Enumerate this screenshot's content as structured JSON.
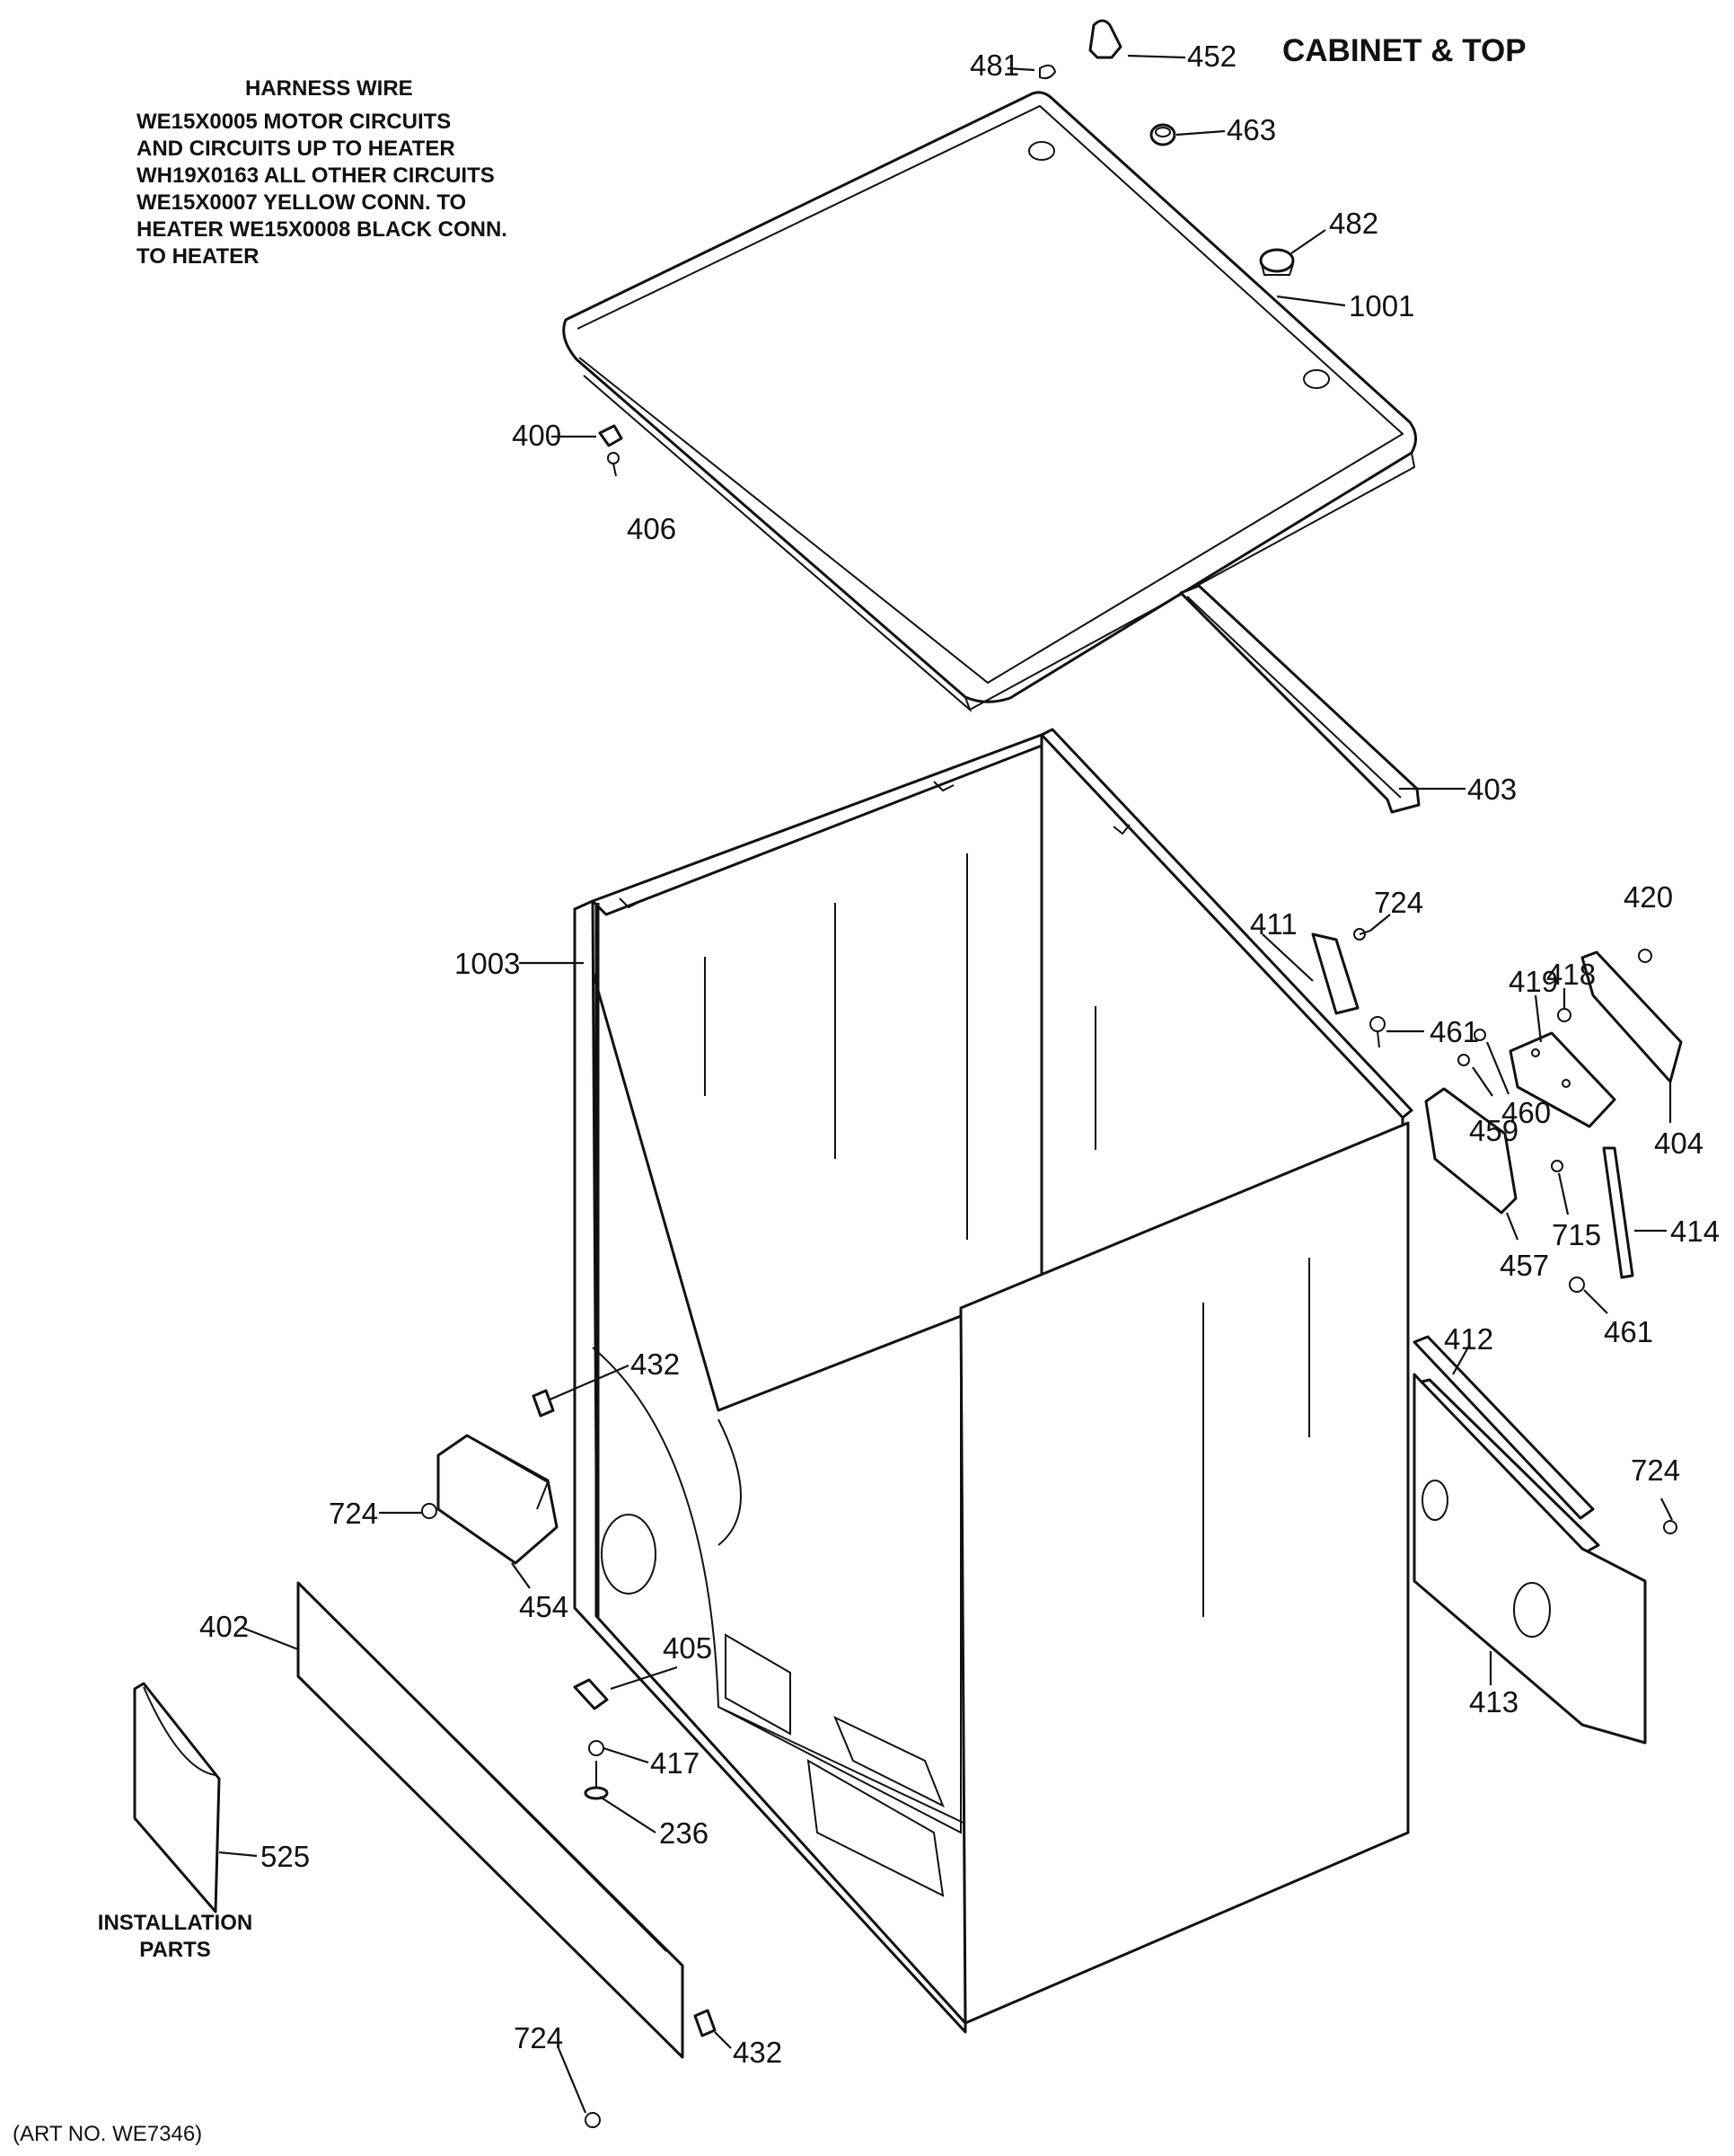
{
  "title": "CABINET & TOP",
  "art_number": "(ART NO. WE7346)",
  "harness_note": {
    "heading": "HARNESS WIRE",
    "lines": [
      "WE15X0005 MOTOR CIRCUITS",
      "AND CIRCUITS UP TO HEATER",
      "WH19X0163 ALL OTHER CIRCUITS",
      "WE15X0007 YELLOW CONN. TO",
      "HEATER WE15X0008 BLACK CONN.",
      "TO HEATER"
    ]
  },
  "installation_label": [
    "INSTALLATION",
    "PARTS"
  ],
  "callouts": [
    {
      "id": "c481",
      "label": "481"
    },
    {
      "id": "c452",
      "label": "452"
    },
    {
      "id": "c463",
      "label": "463"
    },
    {
      "id": "c482",
      "label": "482"
    },
    {
      "id": "c1001",
      "label": "1001"
    },
    {
      "id": "c400",
      "label": "400"
    },
    {
      "id": "c406",
      "label": "406"
    },
    {
      "id": "c403",
      "label": "403"
    },
    {
      "id": "c1003",
      "label": "1003"
    },
    {
      "id": "c411",
      "label": "411"
    },
    {
      "id": "c724a",
      "label": "724"
    },
    {
      "id": "c461a",
      "label": "461"
    },
    {
      "id": "c420",
      "label": "420"
    },
    {
      "id": "c419",
      "label": "419"
    },
    {
      "id": "c418",
      "label": "418"
    },
    {
      "id": "c404",
      "label": "404"
    },
    {
      "id": "c459",
      "label": "459"
    },
    {
      "id": "c460",
      "label": "460"
    },
    {
      "id": "c457",
      "label": "457"
    },
    {
      "id": "c715",
      "label": "715"
    },
    {
      "id": "c414",
      "label": "414"
    },
    {
      "id": "c461b",
      "label": "461"
    },
    {
      "id": "c412",
      "label": "412"
    },
    {
      "id": "c724b",
      "label": "724"
    },
    {
      "id": "c413",
      "label": "413"
    },
    {
      "id": "c432a",
      "label": "432"
    },
    {
      "id": "c724c",
      "label": "724"
    },
    {
      "id": "c454",
      "label": "454"
    },
    {
      "id": "c402",
      "label": "402"
    },
    {
      "id": "c405",
      "label": "405"
    },
    {
      "id": "c417",
      "label": "417"
    },
    {
      "id": "c236",
      "label": "236"
    },
    {
      "id": "c525",
      "label": "525"
    },
    {
      "id": "c724d",
      "label": "724"
    },
    {
      "id": "c432b",
      "label": "432"
    }
  ]
}
